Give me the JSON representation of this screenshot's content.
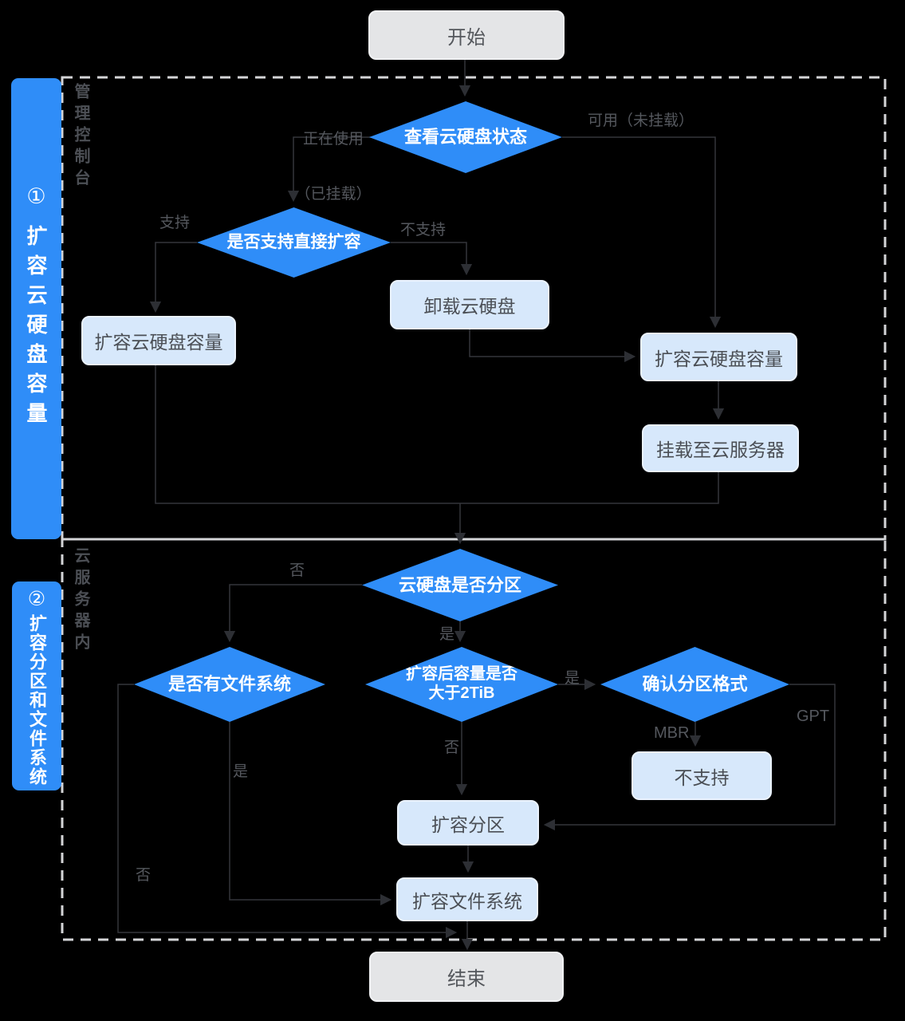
{
  "colors": {
    "background": "#000000",
    "accent_blue": "#2f8df8",
    "process_fill": "#d7e8fb",
    "terminal_fill": "#e4e5e7",
    "line": "#34363b",
    "arrowhead": "#2d2f34",
    "dashed_border": "#d4d5d7",
    "edge_label_text": "#55585e",
    "node_text": "#4b4f55"
  },
  "sections": {
    "console": {
      "label": "管理控制台"
    },
    "server": {
      "label": "云服务器内"
    }
  },
  "sidebar": {
    "step1": {
      "badge": "①",
      "label": "扩容云硬盘容量"
    },
    "step2": {
      "badge": "②",
      "label": "扩容分区和文件系统"
    }
  },
  "nodes": {
    "start": {
      "type": "terminal",
      "label": "开始"
    },
    "check_status": {
      "type": "decision",
      "label": "查看云硬盘状态"
    },
    "support_direct": {
      "type": "decision",
      "label": "是否支持直接扩容"
    },
    "expand_left": {
      "type": "process",
      "label": "扩容云硬盘容量"
    },
    "detach": {
      "type": "process",
      "label": "卸载云硬盘"
    },
    "expand_right": {
      "type": "process",
      "label": "扩容云硬盘容量"
    },
    "attach": {
      "type": "process",
      "label": "挂载至云服务器"
    },
    "is_partitioned": {
      "type": "decision",
      "label": "云硬盘是否分区"
    },
    "has_filesystem": {
      "type": "decision",
      "label": "是否有文件系统"
    },
    "over_2tib": {
      "type": "decision",
      "line1": "扩容后容量是否",
      "line2": "大于2TiB"
    },
    "confirm_format": {
      "type": "decision",
      "label": "确认分区格式"
    },
    "not_supported": {
      "type": "process",
      "label": "不支持"
    },
    "expand_partition": {
      "type": "process",
      "label": "扩容分区"
    },
    "expand_fs": {
      "type": "process",
      "label": "扩容文件系统"
    },
    "end": {
      "type": "terminal",
      "label": "结束"
    }
  },
  "edge_labels": {
    "in_use_line1": "正在使用",
    "in_use_line2": "（已挂载）",
    "available": "可用（未挂载）",
    "support": "支持",
    "not_support": "不支持",
    "partition_no": "否",
    "partition_yes": "是",
    "fs_yes": "是",
    "fs_no": "否",
    "cap_no": "否",
    "cap_yes": "是",
    "mbr": "MBR",
    "gpt": "GPT"
  }
}
